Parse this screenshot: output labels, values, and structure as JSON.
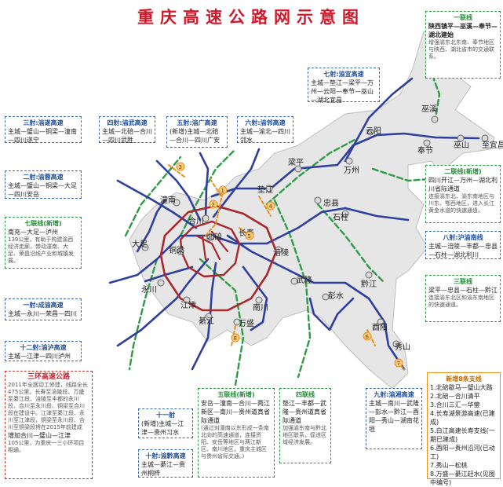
{
  "title": "重庆高速公路网示意图",
  "cities": {
    "wuxi": "巫溪",
    "yunyang": "云阳",
    "fengjie": "奉节",
    "wushan": "巫山",
    "zhiyixu": "至宜昌",
    "liangping": "梁平",
    "wanzhou": "万州",
    "dianjiang": "垫江",
    "zhongxian": "忠县",
    "shizhu": "石柱",
    "changshou": "长寿",
    "fuling": "涪陵",
    "wulong": "武隆",
    "pengshui": "彭水",
    "qianjiang": "黔江",
    "youyang": "酉阳",
    "xiushan": "秀山",
    "tongnan": "潼南",
    "hechuan": "合川",
    "beibei": "北碚",
    "dazu": "大足",
    "tongliang": "铜梁",
    "yongchuan": "永川",
    "jiangjin": "江津",
    "qijiang": "綦江",
    "nanchuan": "南川",
    "wansheng": "万盛"
  },
  "boxes": {
    "yilian": {
      "title": "一联线",
      "body": "陕西镇平—巫溪—奉节—湖北建始",
      "note": "增强渝东北东南、奉节地区与陕西、湖北省市的交通联系。"
    },
    "qishe": {
      "title": "七射:渝宜高速",
      "body": "主城—垫江—梁平—万州—云阳—奉节—巫山—湖北宜昌"
    },
    "sanshe": {
      "title": "三射:渝遂高速",
      "body": "主城—璧山—铜梁—潼南—四川遂宁"
    },
    "sishe": {
      "title": "四射:渝武高速",
      "body": "主城—北碚—合川—四川武胜"
    },
    "wushe": {
      "title": "五射:渝广高速",
      "body": "(新增)主城—北碚—合川—四川广安"
    },
    "liushe": {
      "title": "六射:渝邻高速",
      "body": "主城—渝北—四川邻水"
    },
    "ershe": {
      "title": "二射:渝蓉高速",
      "body": "主城—璧山—铜梁—大足—四川安岳"
    },
    "erlian": {
      "title": "二联线(新增)",
      "body": "四川开江—万州—湖北利川省际通道",
      "note": "连接渝东北、渝东南地区与川东、鄂西地区，进入长江黄金水道的快速通道。"
    },
    "qilian": {
      "title": "七联线(新增)",
      "body": "南充—大足—泸州",
      "note": "139公里，有助于构建渝西经济走廊，带动潼南、大足、荣昌沿线产业和城镇发展。"
    },
    "bashe": {
      "title": "八射:沪渝南线",
      "body": "主城—涪陵—丰都—忠县—石柱—湖北利川"
    },
    "yishe": {
      "title": "一射:成渝高速",
      "body": "主城—永川—荣昌—四川"
    },
    "sanlian": {
      "title": "三联线",
      "body": "梁平—忠县—石柱—黔江",
      "note": "连接渝东北区和渝东南地区的快速通道。"
    },
    "shiershe": {
      "title": "十二射:渝泸高速",
      "body": "主城—江津—四川泸州"
    },
    "sanhuan": {
      "title": "三环高速公路",
      "body": "2011年全面动工修建，线路全长475公里。长寿至涪陵段、万盛至綦江段、涪陵至丰都的永川段、合川至永川段、铜梁至合川段在建设中。江津至綦江段、永川至江津段，铜梁至永川段、合川至铜梁段将在2015年前建成",
      "extra": "增加合川—璧山—江津",
      "extra2": "105公里，为重庆一三小环项目相通。"
    },
    "shiyishe": {
      "title": "十一射",
      "body": "(新增)主城—江津—贵州习水"
    },
    "wulian": {
      "title": "五联线(新增)",
      "body": "安岳—潼南—合川—两江新区—南川—贵州道真省际通道",
      "note": "(通过对潼南以东形成一条南北向的高速通道，连接资阳、安岳等地区与两江新区、南川地区，重庆主城区与贵州省际交通。)"
    },
    "shibashe": {
      "title": "十射:渝黔高速",
      "body": "主城—綦江—贵州桐梓"
    },
    "silian": {
      "title": "四联线",
      "body": "垫江—丰都—武隆—贵州道真省际通道",
      "note": "加强渝东南与黔北地区联系，促进区域经济发展。"
    },
    "jiushe": {
      "title": "九射:渝湘高速",
      "body": "主城—南川—武隆—彭水—黔江—酉阳—秀山—湖南花垣"
    },
    "xinzeng": {
      "title": "新增8条支线",
      "items": [
        "1.北碚歇马—璧山大路",
        "2.北碚—合川清平",
        "3.合川三汇—华蓥",
        "4.长寿湖景游高速(已建成)",
        "5.白江高速长寿支线(一期已建成)",
        "6.酉阳—贵州沿河(已动工)",
        "7.秀山—松桃",
        "8.万盛—綦江赶水(见图中编号)"
      ]
    }
  },
  "colors": {
    "title": "#d0182a",
    "road_blue": "#2f3f9e",
    "road_red": "#a8282b",
    "road_green": "#2e9b46",
    "road_orange": "#e8911c",
    "land": "#e6e6e6"
  },
  "branch_numbers": [
    "1",
    "2",
    "3",
    "4",
    "5",
    "6",
    "7",
    "8"
  ]
}
